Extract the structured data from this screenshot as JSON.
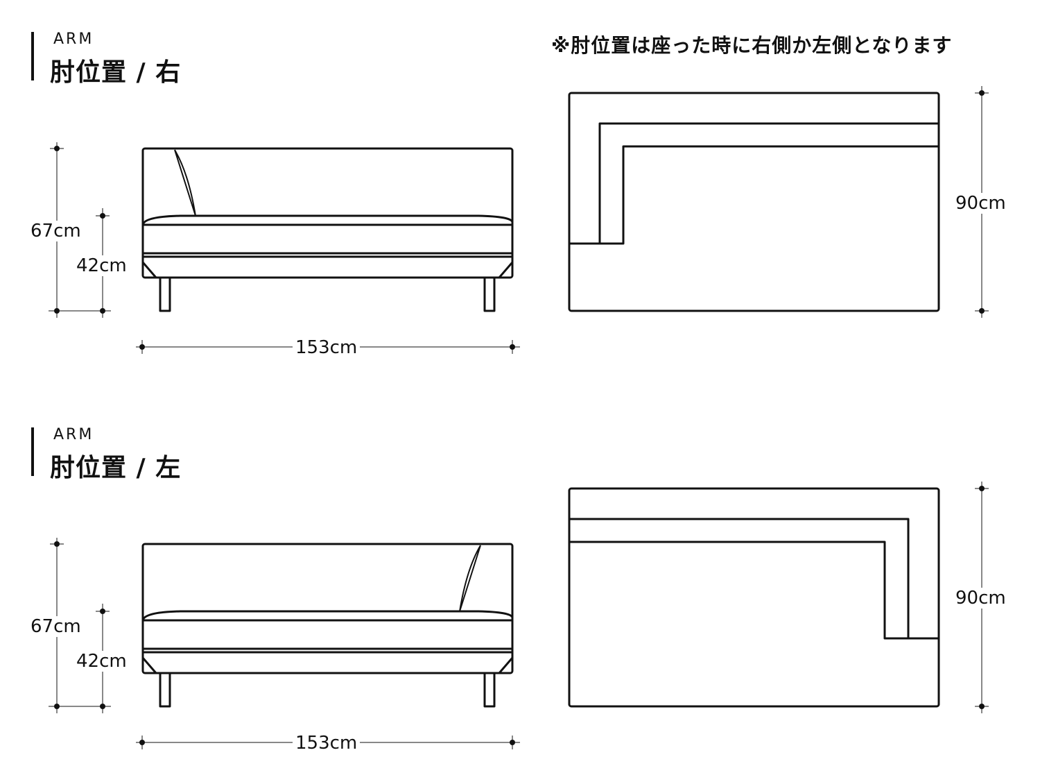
{
  "note": "※肘位置は座った時に右側か左側となります",
  "sections": [
    {
      "subtitle": "ARM",
      "title": "肘位置 / 右",
      "dims": {
        "total_height": "67cm",
        "seat_height": "42cm",
        "width": "153cm",
        "depth": "90cm"
      }
    },
    {
      "subtitle": "ARM",
      "title": "肘位置 / 左",
      "dims": {
        "total_height": "67cm",
        "seat_height": "42cm",
        "width": "153cm",
        "depth": "90cm"
      }
    }
  ]
}
